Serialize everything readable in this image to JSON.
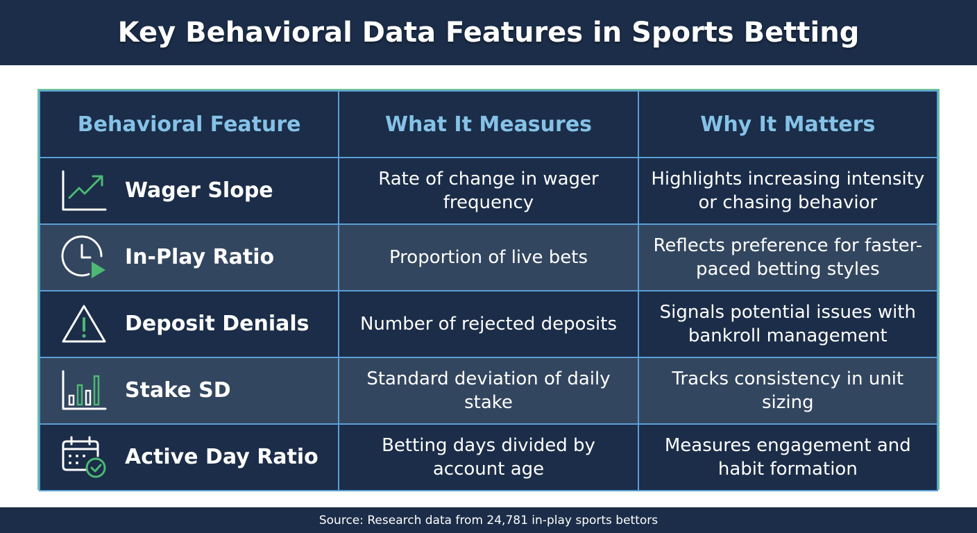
{
  "title": "Key Behavioral Data Features in Sports Betting",
  "table": {
    "headers": [
      "Behavioral Feature",
      "What It Measures",
      "Why It Matters"
    ],
    "rows": [
      {
        "icon": "trending-up-chart-icon",
        "feature": "Wager Slope",
        "measures": "Rate of change in wager frequency",
        "matters": "Highlights increasing intensity or chasing behavior"
      },
      {
        "icon": "clock-play-icon",
        "feature": "In-Play Ratio",
        "measures": "Proportion of live bets",
        "matters": "Reflects preference for faster-paced betting styles"
      },
      {
        "icon": "warning-triangle-icon",
        "feature": "Deposit Denials",
        "measures": "Number of rejected deposits",
        "matters": "Signals potential issues with bankroll management"
      },
      {
        "icon": "bar-chart-icon",
        "feature": "Stake SD",
        "measures": "Standard deviation of daily stake",
        "matters": "Tracks consistency in unit sizing"
      },
      {
        "icon": "calendar-check-icon",
        "feature": "Active Day Ratio",
        "measures": "Betting days divided by account age",
        "matters": "Measures engagement and habit formation"
      }
    ]
  },
  "footer": {
    "source": "Source: Research data from 24,781 in-play sports bettors"
  },
  "colors": {
    "navy": "#1b2d48",
    "row_alt": "#33465f",
    "header_text": "#86c2e8",
    "grid_line": "#5b9fd6",
    "outer_border": "#6cc49a",
    "icon_green": "#4cb874"
  }
}
